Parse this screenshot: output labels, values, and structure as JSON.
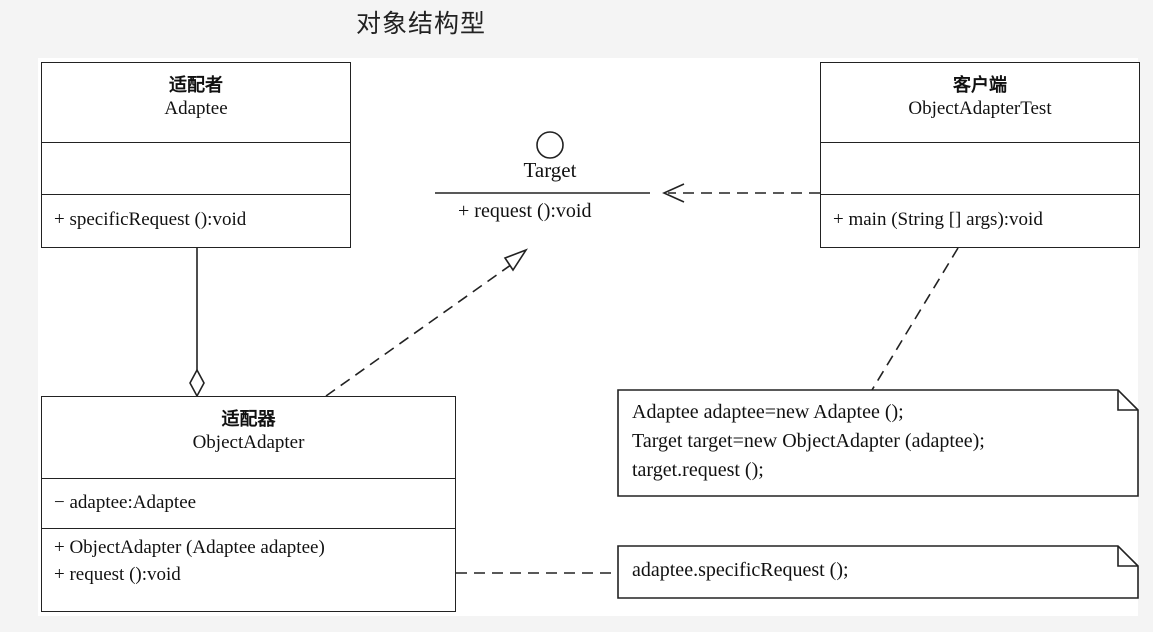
{
  "title": "对象结构型",
  "classes": {
    "adaptee": {
      "cn_name": "适配者",
      "en_name": "Adaptee",
      "attributes": [],
      "operations": [
        "+ specificRequest ():void"
      ]
    },
    "client": {
      "cn_name": "客户端",
      "en_name": "ObjectAdapterTest",
      "attributes": [],
      "operations": [
        "+ main (String [] args):void"
      ]
    },
    "object_adapter": {
      "cn_name": "适配器",
      "en_name": "ObjectAdapter",
      "attributes": [
        "− adaptee:Adaptee"
      ],
      "operations": [
        "+ ObjectAdapter (Adaptee adaptee)",
        "+ request ():void"
      ]
    }
  },
  "interface": {
    "name": "Target",
    "operations": [
      "+ request ():void"
    ]
  },
  "notes": {
    "client": [
      "Adaptee adaptee=new Adaptee ();",
      "Target target=new ObjectAdapter (adaptee);",
      "target.request ();"
    ],
    "adapter": [
      "adaptee.specificRequest ();"
    ]
  },
  "colors": {
    "line": "#222222",
    "background": "#ffffff",
    "page": "#f4f4f4"
  }
}
